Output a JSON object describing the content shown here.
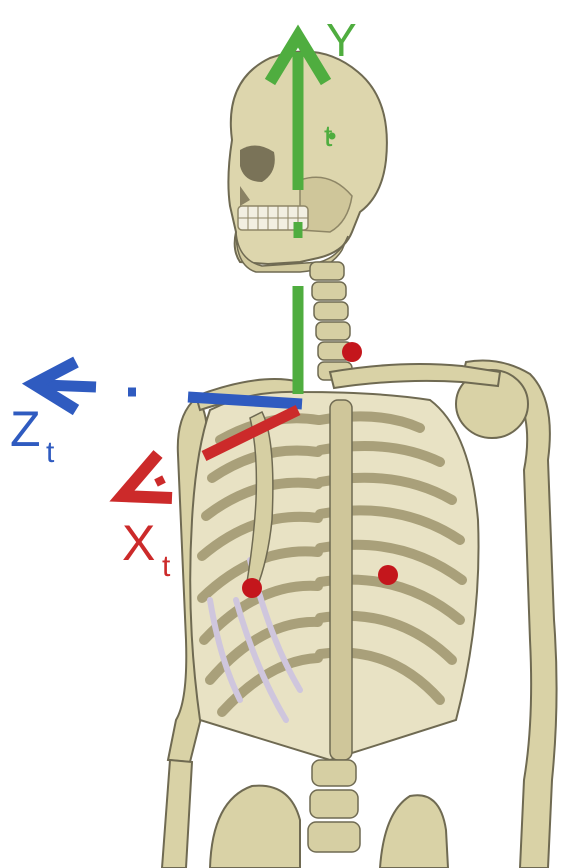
{
  "figure": {
    "colors": {
      "bone": "#d9d2a6",
      "bone_shade": "#a9a07a",
      "bone_dark": "#6f6a52",
      "cartilage": "#cfc6dd",
      "y_axis": "#4fad3f",
      "z_axis": "#2f5bc0",
      "x_axis": "#cc2a2a",
      "marker": "#c4161c"
    },
    "axes": {
      "y": {
        "letter": "Y",
        "subscript": "t"
      },
      "z": {
        "letter": "Z",
        "subscript": "t"
      },
      "x": {
        "letter": "X",
        "subscript": "t"
      }
    },
    "markers": [
      "marker-neck",
      "marker-left-rib",
      "marker-right-rib"
    ]
  }
}
